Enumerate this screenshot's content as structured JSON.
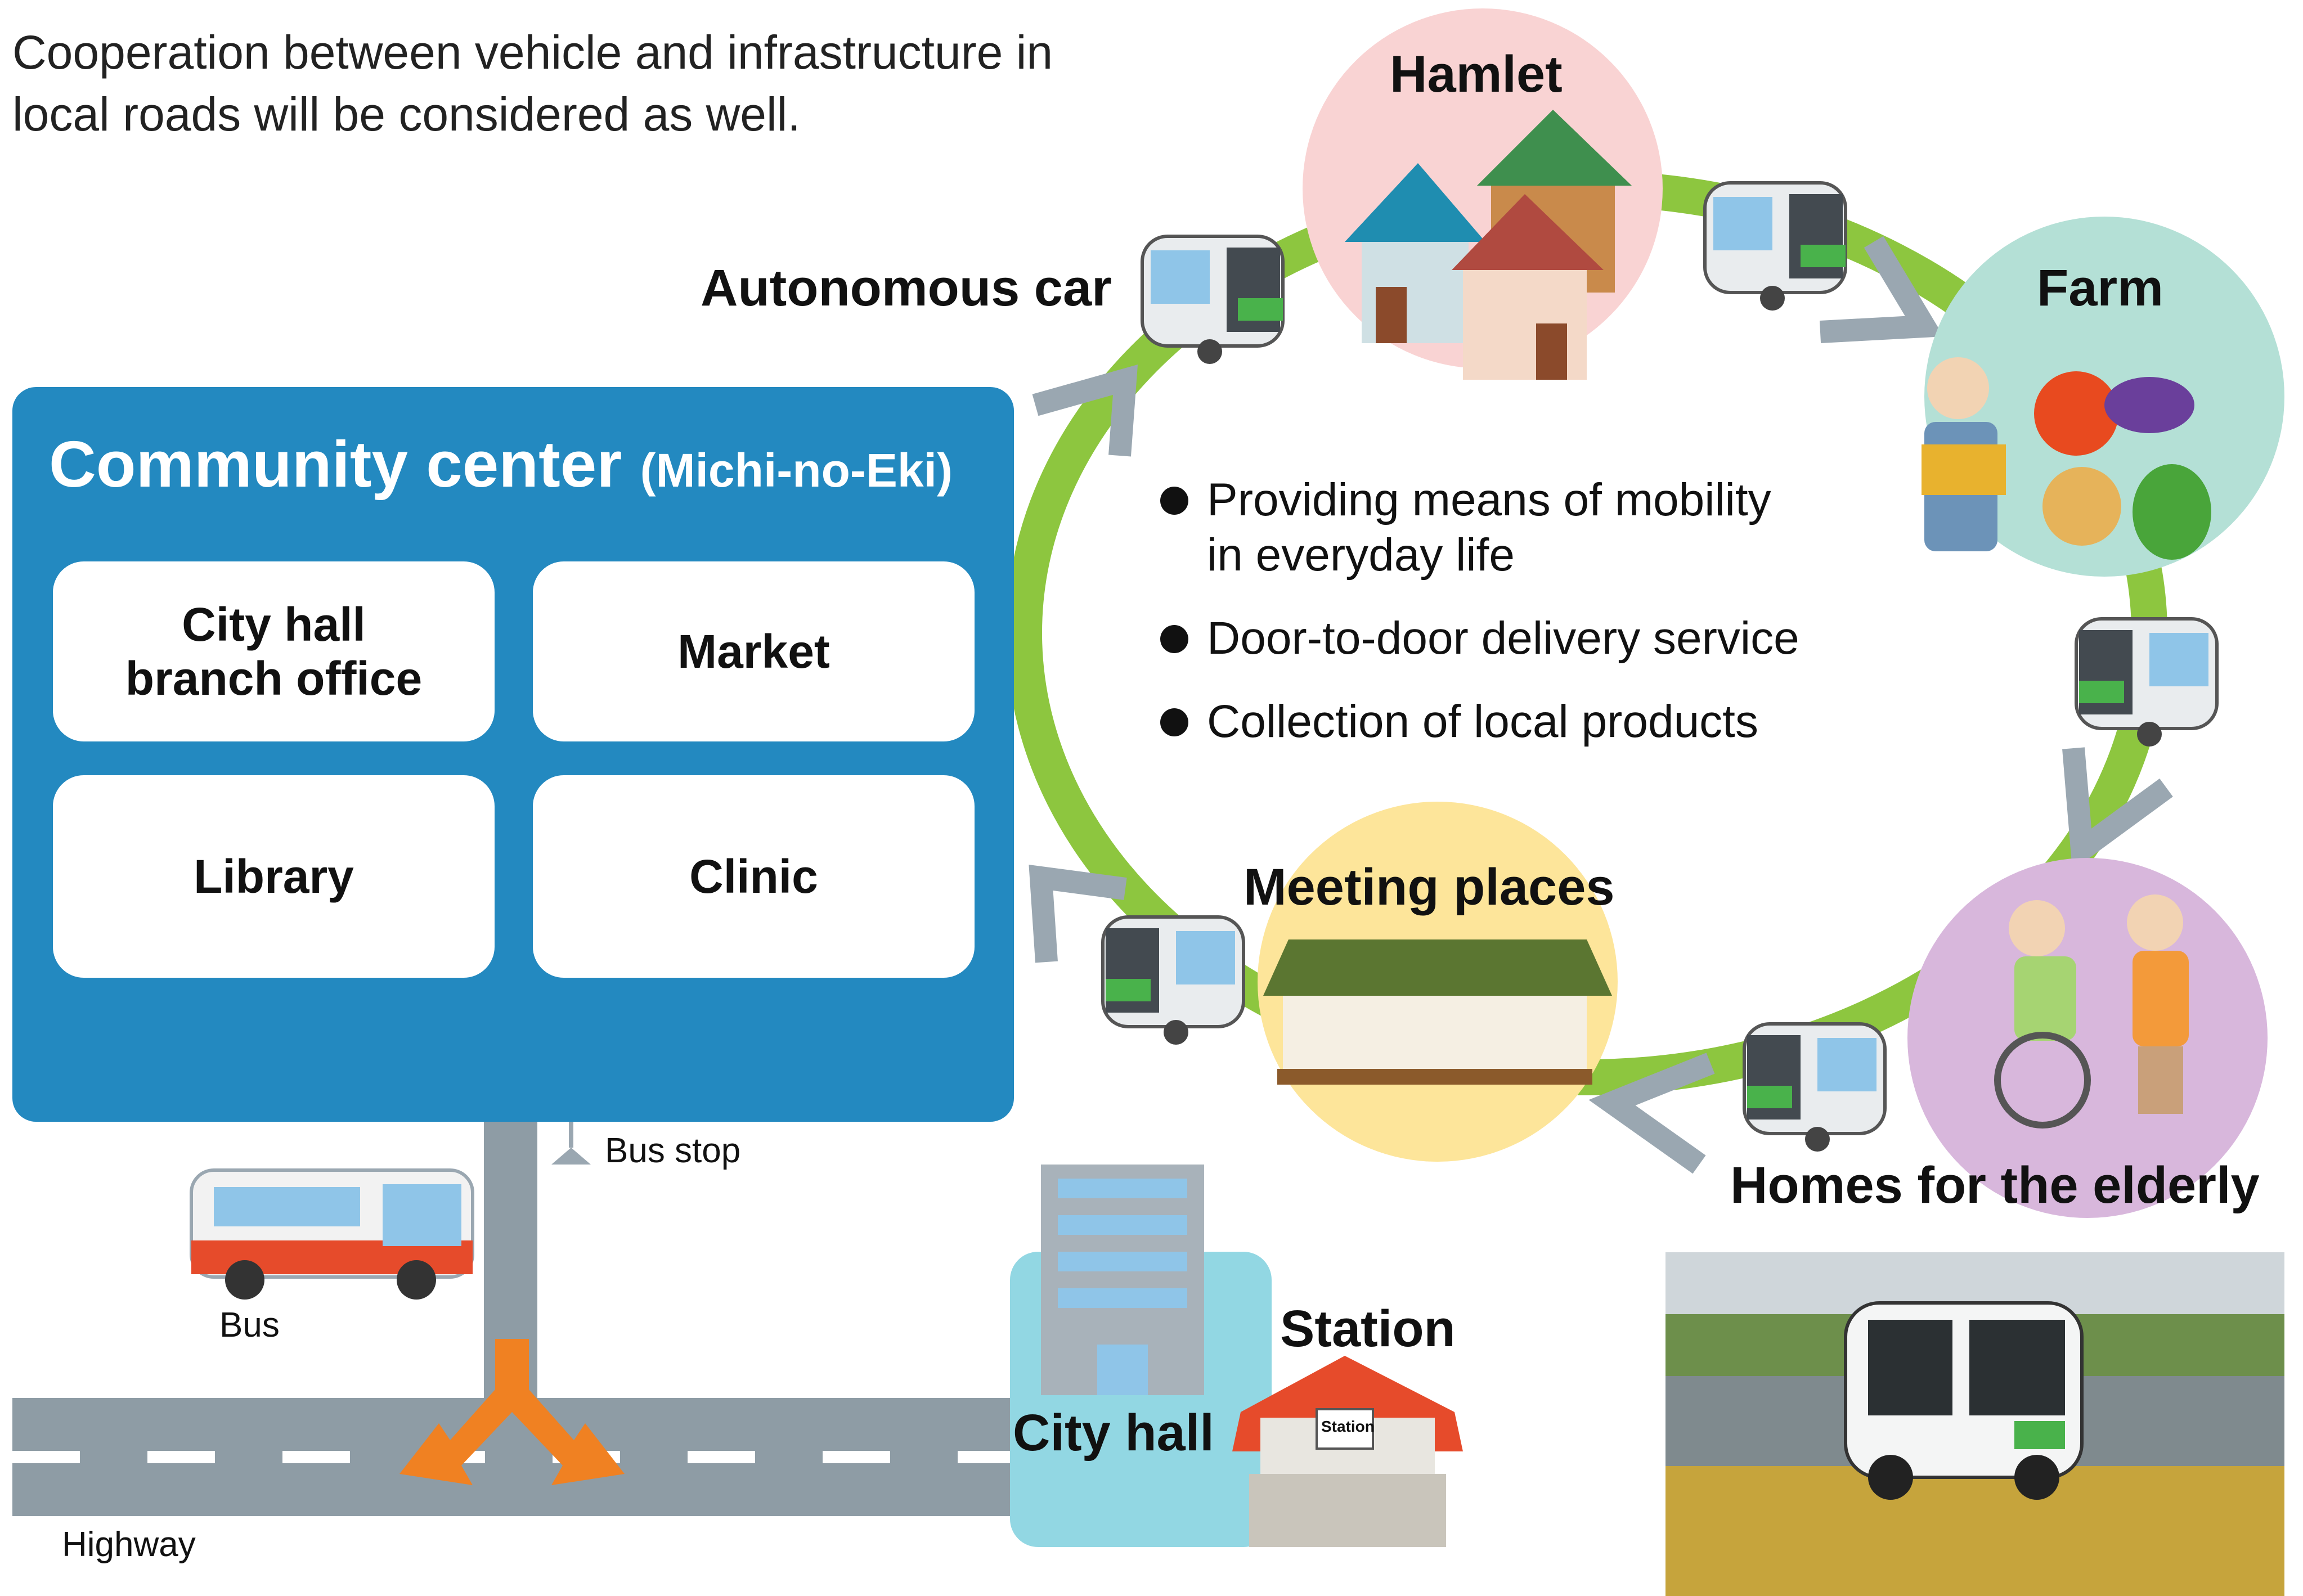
{
  "intro_text": "Cooperation between vehicle and infrastructure in\nlocal roads will be considered as well.",
  "labels": {
    "hamlet": "Hamlet",
    "farm": "Farm",
    "autonomous_car": "Autonomous car",
    "meeting_places": "Meeting places",
    "homes_elderly": "Homes for the elderly",
    "station": "Station",
    "station_sign": "Station",
    "city_hall": "City hall",
    "bus_stop": "Bus stop",
    "bus": "Bus",
    "highway": "Highway"
  },
  "community_center": {
    "title": "Community center",
    "subtitle": "(Michi-no-Eki)",
    "rooms": [
      "City hall\nbranch office",
      "Market",
      "Library",
      "Clinic"
    ]
  },
  "services": [
    "Providing means of mobility\nin everyday life",
    "Door-to-door delivery service",
    "Collection of local products"
  ],
  "colors": {
    "ring": "#8dc63f",
    "community_center": "#2389c0",
    "hamlet_circle": "#f9d3d3",
    "farm_circle": "#b4e0d6",
    "elderly_circle": "#d8b7dc",
    "meeting_circle": "#fde59a",
    "city_hall_block": "#92d7e3",
    "road": "#8e9ca5",
    "arrow": "#f08122"
  }
}
